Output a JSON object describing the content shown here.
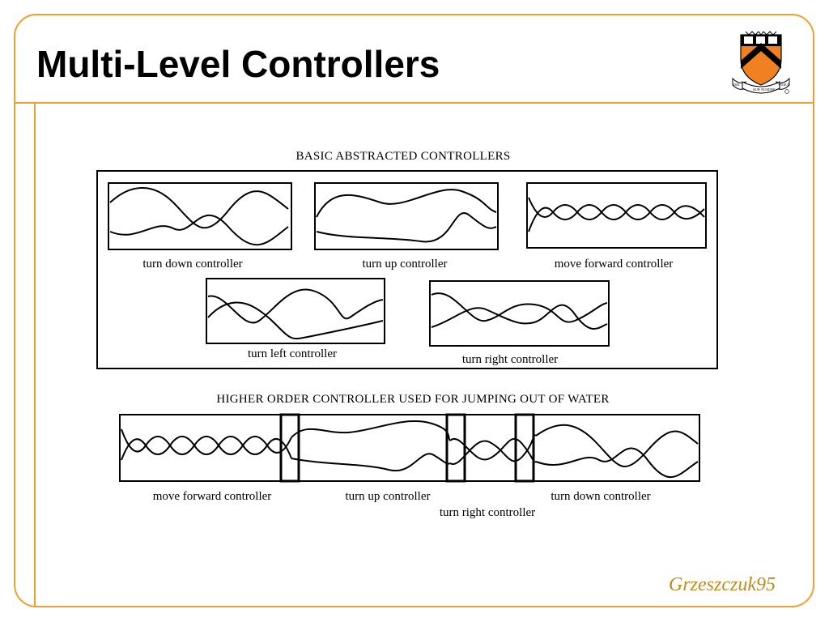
{
  "slide": {
    "title": "Multi-Level Controllers",
    "credit": "Grzeszczuk95",
    "accent_color": "#f0a030",
    "credit_color": "#c08a1e"
  },
  "logo": {
    "icon": "princeton-shield-icon",
    "colors": {
      "shield": "#f08020",
      "chevron": "#000000"
    },
    "motto_left": "DEI",
    "motto_center": "SUB NUMINE",
    "motto_right": "VIGET"
  },
  "diagram": {
    "basic_heading": "BASIC ABSTRACTED  CONTROLLERS",
    "basic_controllers": [
      {
        "label": "turn down controller"
      },
      {
        "label": "turn up controller"
      },
      {
        "label": "move forward controller"
      },
      {
        "label": "turn left controller"
      },
      {
        "label": "turn right controller"
      }
    ],
    "higher_heading": "HIGHER ORDER CONTROLLER USED FOR JUMPING OUT OF WATER",
    "sequence_labels": [
      "move forward controller",
      "turn up controller",
      "turn right controller",
      "turn down controller"
    ]
  }
}
